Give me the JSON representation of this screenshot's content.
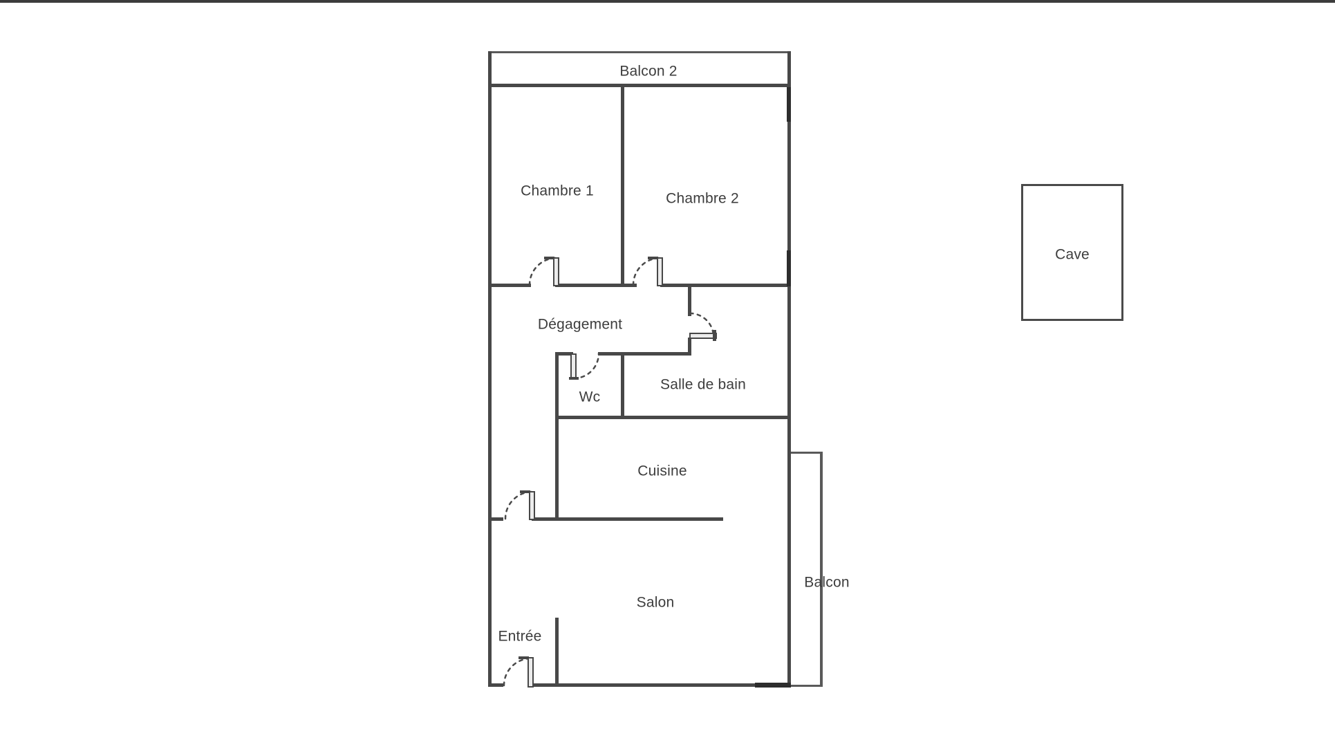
{
  "window": {
    "top_border_color": "#3c3c3c",
    "background": "#ffffff"
  },
  "floor_plan": {
    "wall_color": "#484848",
    "text_color": "#3d3d3d",
    "rooms": {
      "balcon2": {
        "label": "Balcon 2"
      },
      "chambre1": {
        "label": "Chambre 1"
      },
      "chambre2": {
        "label": "Chambre 2"
      },
      "degagement": {
        "label": "Dégagement"
      },
      "wc": {
        "label": "Wc"
      },
      "salle_de_bain": {
        "label": "Salle de bain"
      },
      "cuisine": {
        "label": "Cuisine"
      },
      "salon": {
        "label": "Salon"
      },
      "entree": {
        "label": "Entrée"
      },
      "balcon": {
        "label": "Balcon"
      },
      "cave": {
        "label": "Cave"
      }
    }
  }
}
